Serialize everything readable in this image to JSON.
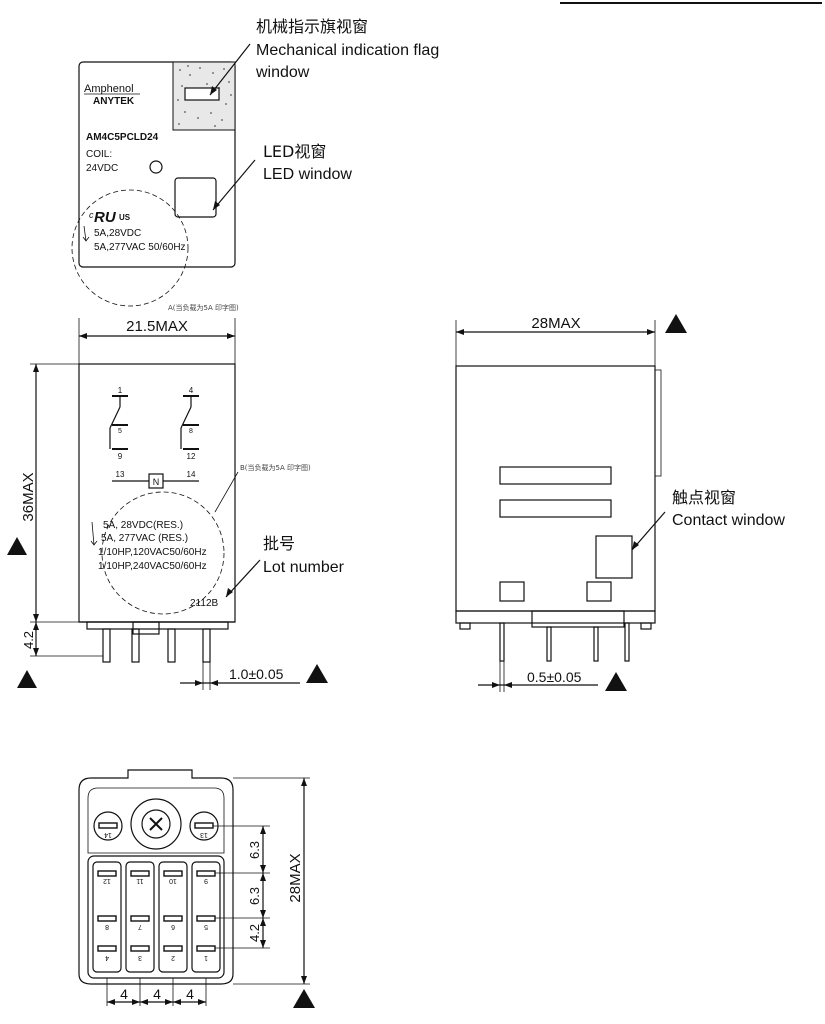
{
  "top_view": {
    "brand_line1": "Amphenol",
    "brand_line2": "ANYTEK",
    "model": "AM4C5PCLD24",
    "coil_label": "COIL:",
    "coil_value": "24VDC",
    "cert_mark": "c",
    "cert_mark_ul": "RU",
    "cert_mark_us": "US",
    "rating_line1": "5A,28VDC",
    "rating_line2": "5A,277VAC 50/60Hz",
    "callout_a": "A(当负载为5A 印字图)",
    "flag_cn": "机械指示旗视窗",
    "flag_en_line1": "Mechanical indication flag",
    "flag_en_line2": "window",
    "led_cn": "LED视窗",
    "led_en": "LED window"
  },
  "front_view": {
    "width_dim": "21.5MAX",
    "height_dim": "36MAX",
    "pin_gap_dim": "4.2",
    "pin_width_dim": "1.0±0.05",
    "terminals": [
      "1",
      "4",
      "5",
      "8",
      "9",
      "12",
      "13",
      "14"
    ],
    "coil_symbol": "N",
    "callout_b": "B(当负载为5A 印字图)",
    "rating_line1": "5A, 28VDC(RES.)",
    "rating_line2": "5A, 277VAC (RES.)",
    "rating_line3": "1/10HP,120VAC50/60Hz",
    "rating_line4": "1/10HP,240VAC50/60Hz",
    "lot_code": "2112B",
    "lot_cn": "批号",
    "lot_en": "Lot number"
  },
  "side_view": {
    "width_dim": "28MAX",
    "pin_width_dim": "0.5±0.05",
    "contact_cn": "触点视窗",
    "contact_en": "Contact window"
  },
  "bottom_view": {
    "pin_labels_row1": [
      "14",
      "13"
    ],
    "pin_labels_row2": [
      "12",
      "11",
      "10",
      "9"
    ],
    "pin_labels_row3": [
      "8",
      "7",
      "6",
      "5"
    ],
    "pin_labels_row4": [
      "4",
      "3",
      "2",
      "1"
    ],
    "pitch_h": [
      "4",
      "4",
      "4"
    ],
    "pitch_v": [
      "6.3",
      "6.3",
      "4.2"
    ],
    "height_dim": "28MAX"
  }
}
